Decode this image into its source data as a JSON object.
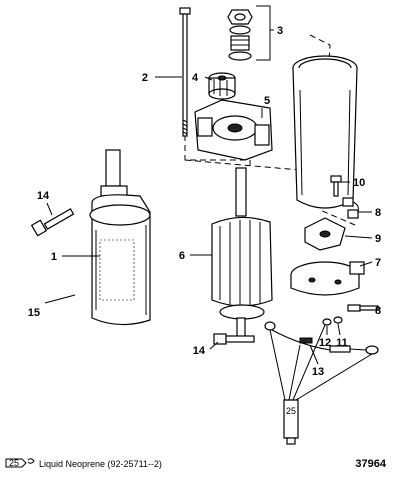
{
  "callouts": {
    "c1": "1",
    "c2": "2",
    "c3": "3",
    "c4": "4",
    "c5": "5",
    "c6": "6",
    "c7": "7",
    "c8a": "8",
    "c8b": "8",
    "c9": "9",
    "c10": "10",
    "c11": "11",
    "c12": "12",
    "c13": "13",
    "c14a": "14",
    "c14b": "14",
    "c15": "15"
  },
  "legend": {
    "badge": "25",
    "text": "Liquid Neoprene (92-25711--2)"
  },
  "tube_label": "25",
  "figure_number": "37964"
}
